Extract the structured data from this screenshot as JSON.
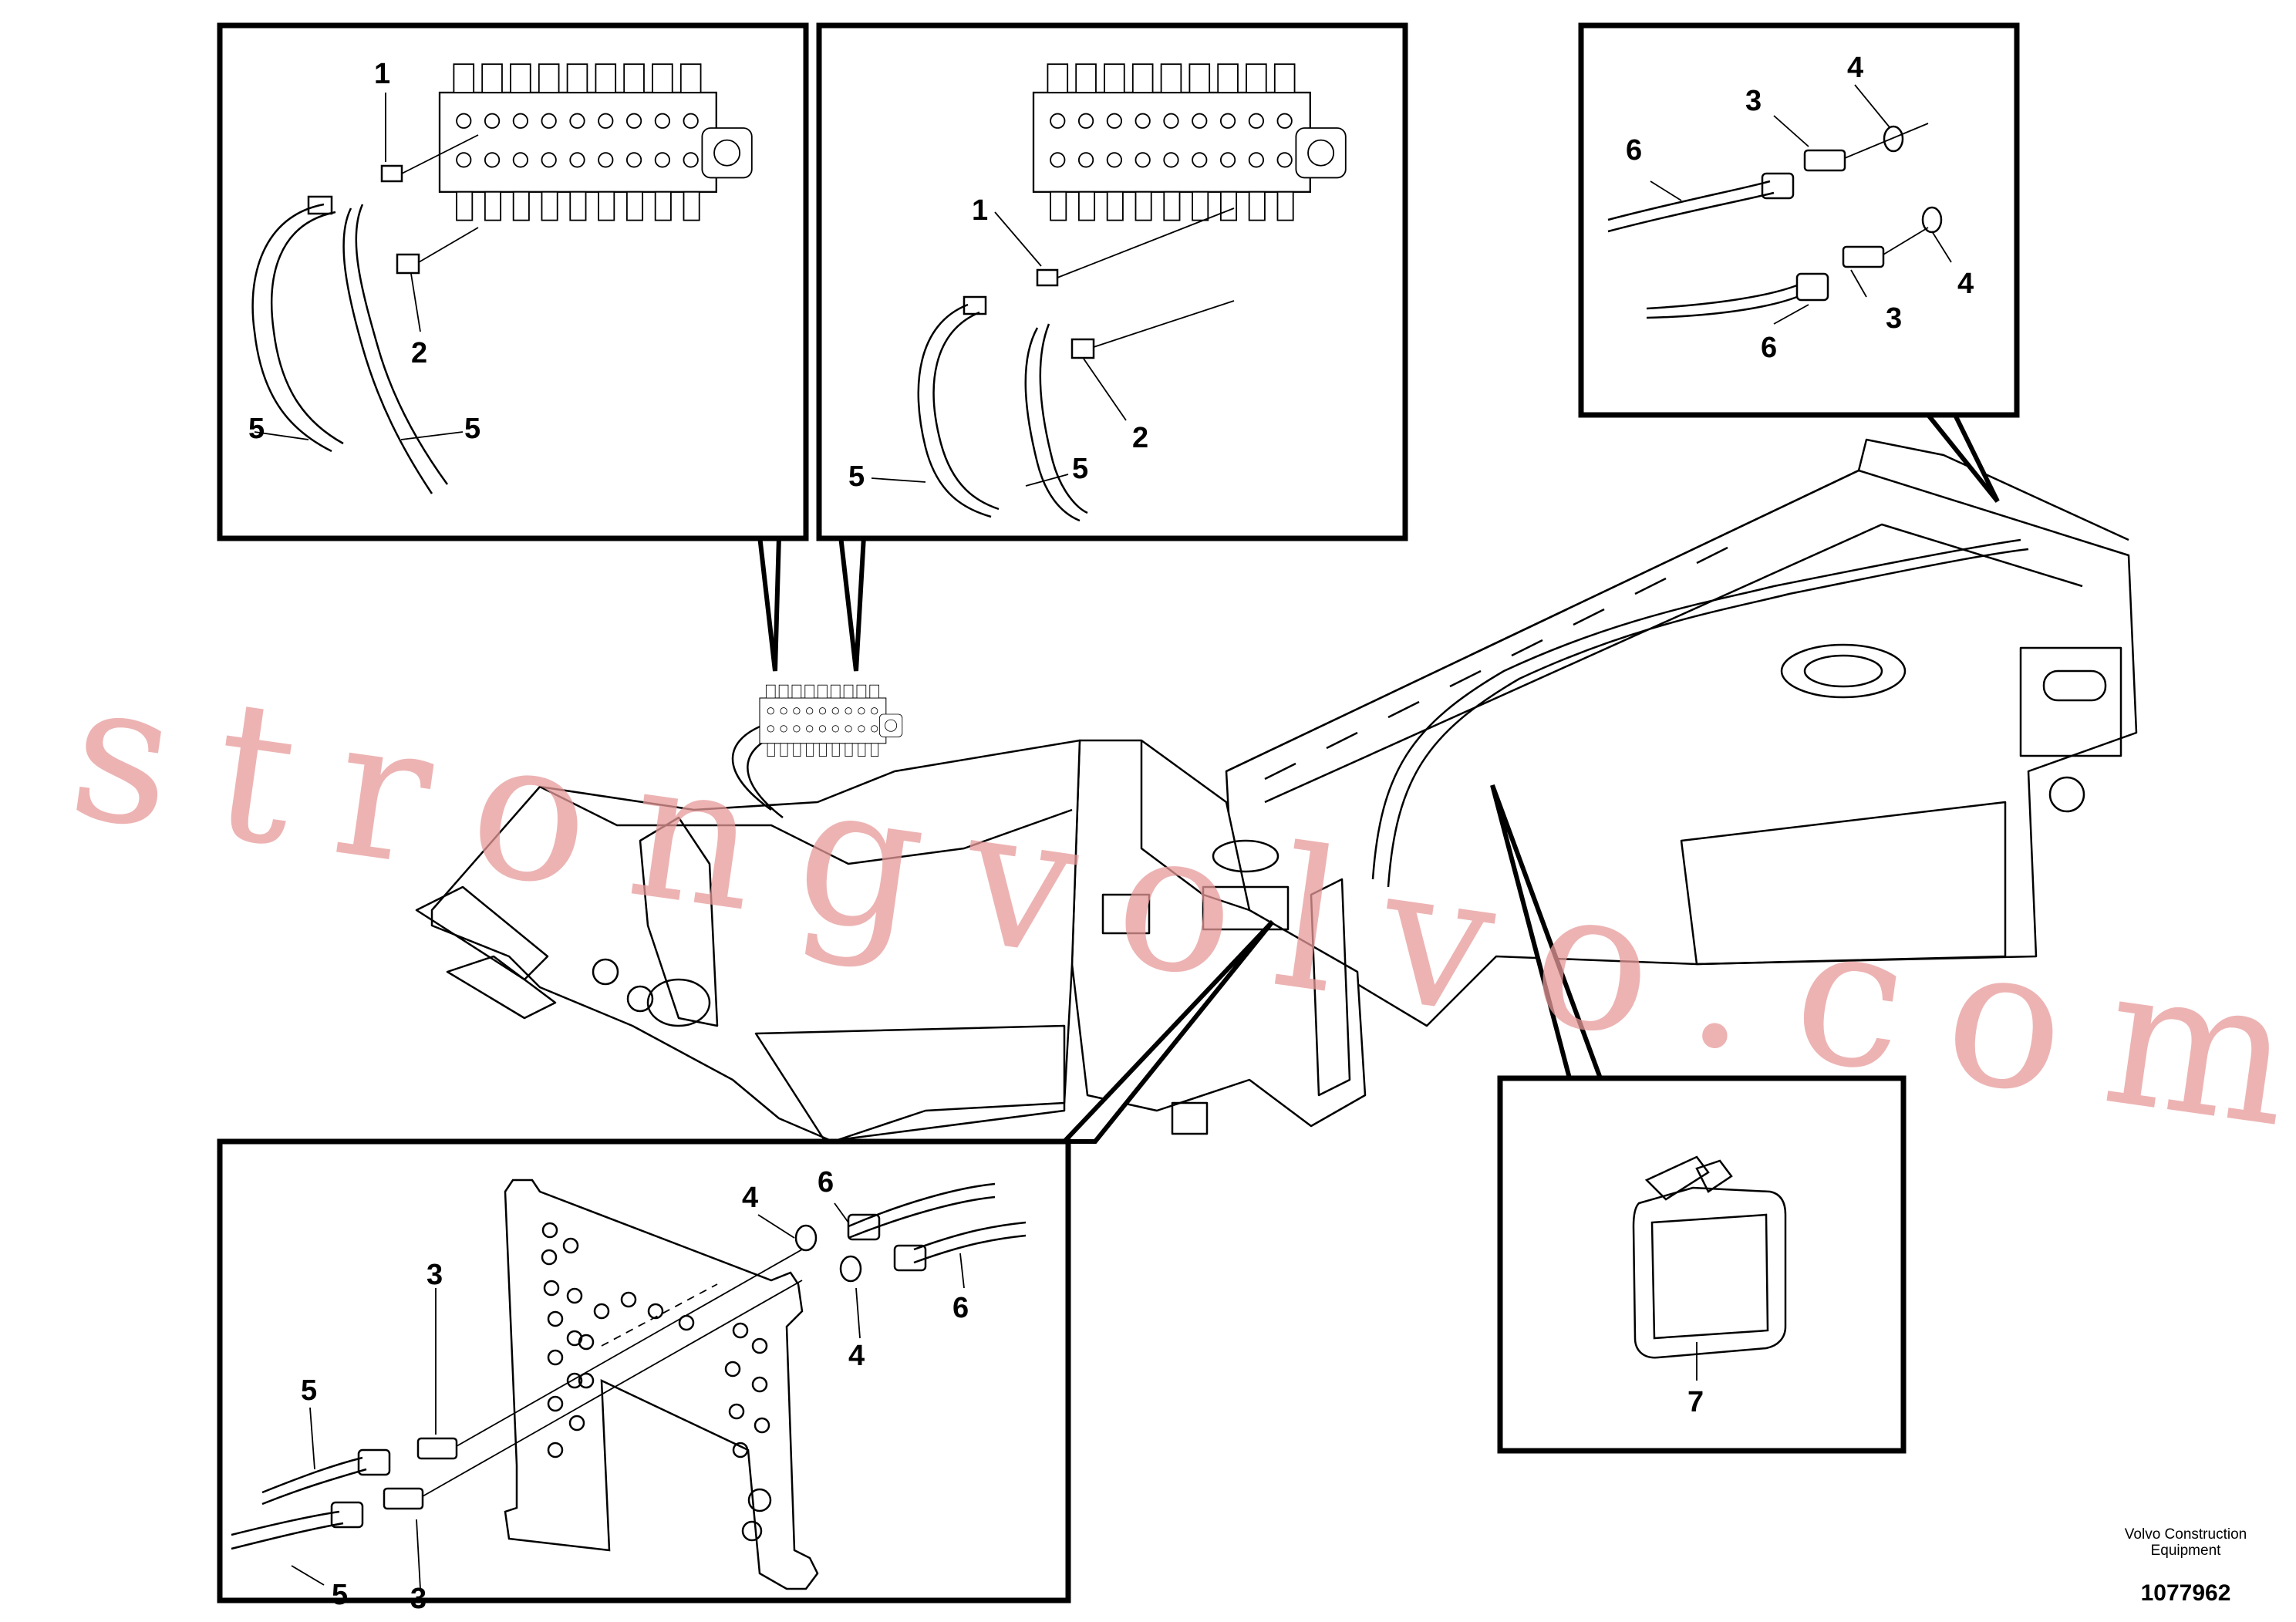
{
  "callouts": {
    "box1": {
      "c1": "1",
      "c2": "2",
      "c5a": "5",
      "c5b": "5"
    },
    "box2": {
      "c1": "1",
      "c2": "2",
      "c5a": "5",
      "c5b": "5"
    },
    "box3": {
      "c3a": "3",
      "c3b": "3",
      "c4a": "4",
      "c4b": "4",
      "c6a": "6",
      "c6b": "6"
    },
    "box4": {
      "c3a": "3",
      "c3b": "3",
      "c4a": "4",
      "c4b": "4",
      "c5a": "5",
      "c5b": "5",
      "c6a": "6",
      "c6b": "6"
    },
    "box5": {
      "c7": "7"
    }
  },
  "watermark": "strongvolvo.com",
  "footer": {
    "publisher": "Volvo Construction Equipment",
    "ref_number": "1077962"
  }
}
